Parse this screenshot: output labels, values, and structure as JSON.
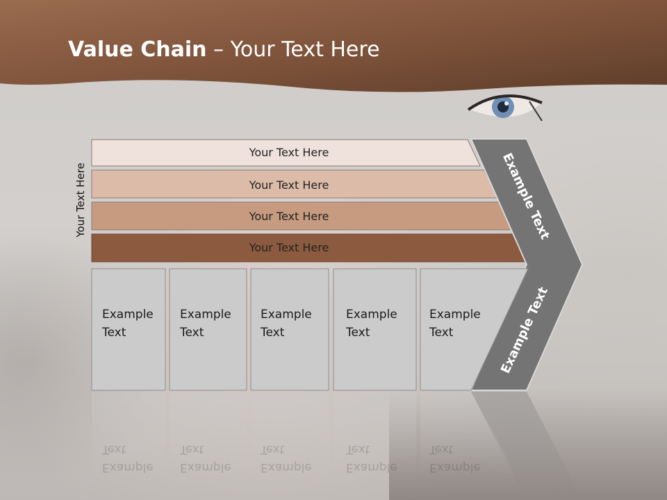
{
  "slide": {
    "title_bold": "Value Chain",
    "title_rest": " – Your Text Here",
    "side_label": "Your Text Here"
  },
  "rows": [
    {
      "label": "Your Text Here",
      "color": "#efe2dc"
    },
    {
      "label": "Your Text Here",
      "color": "#dcbca9"
    },
    {
      "label": "Your Text Here",
      "color": "#c69b80"
    },
    {
      "label": "Your Text Here",
      "color": "#8c5a3e"
    }
  ],
  "columns": [
    {
      "line1": "Example",
      "line2": "Text"
    },
    {
      "line1": "Example",
      "line2": "Text"
    },
    {
      "line1": "Example",
      "line2": "Text"
    },
    {
      "line1": "Example",
      "line2": "Text"
    },
    {
      "line1": "Example",
      "line2": "Text"
    }
  ],
  "chevron": {
    "upper_label": "Example Text",
    "lower_label": "Example Text",
    "color": "#747474"
  },
  "colors": {
    "header_dark": "#5d3d2a",
    "header_light": "#9a6b4f",
    "column_fill": "#cbcbcb"
  }
}
